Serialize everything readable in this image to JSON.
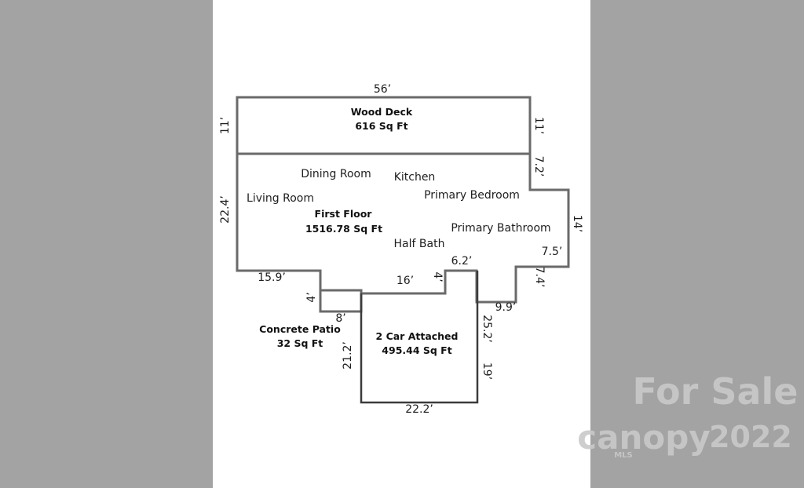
{
  "floor_plan": {
    "wood_deck": {
      "title": "Wood Deck",
      "area": "616 Sq Ft"
    },
    "first_floor": {
      "title": "First Floor",
      "area": "1516.78 Sq Ft"
    },
    "garage": {
      "title": "2 Car Attached",
      "area": "495.44 Sq Ft"
    },
    "patio": {
      "title": "Concrete Patio",
      "area": "32 Sq Ft"
    },
    "rooms": [
      "Dining Room",
      "Kitchen",
      "Living Room",
      "Primary Bedroom",
      "Primary Bathroom",
      "Half Bath"
    ],
    "dimensions": {
      "deck_top": "56’",
      "deck_left": "11’",
      "deck_right": "11’",
      "right_upper": "7.2’",
      "left_side": "22.4’",
      "right_bump": "14’",
      "right_inner": "7.5’",
      "right_lower": "7.4’",
      "bottom_left": "15.9’",
      "patio_side": "4’",
      "patio_bottom": "8’",
      "middle_bottom": "16’",
      "small_step": "4’",
      "step_top": "6.2’",
      "right_bottom": "9.9’",
      "garage_right_upper": "25.2’",
      "garage_left": "21.2’",
      "garage_right_lower": "19’",
      "garage_bottom": "22.2’"
    }
  },
  "watermark": {
    "label": "For Sale",
    "brand": "canopy",
    "mls": "MLS",
    "year": "2022"
  }
}
